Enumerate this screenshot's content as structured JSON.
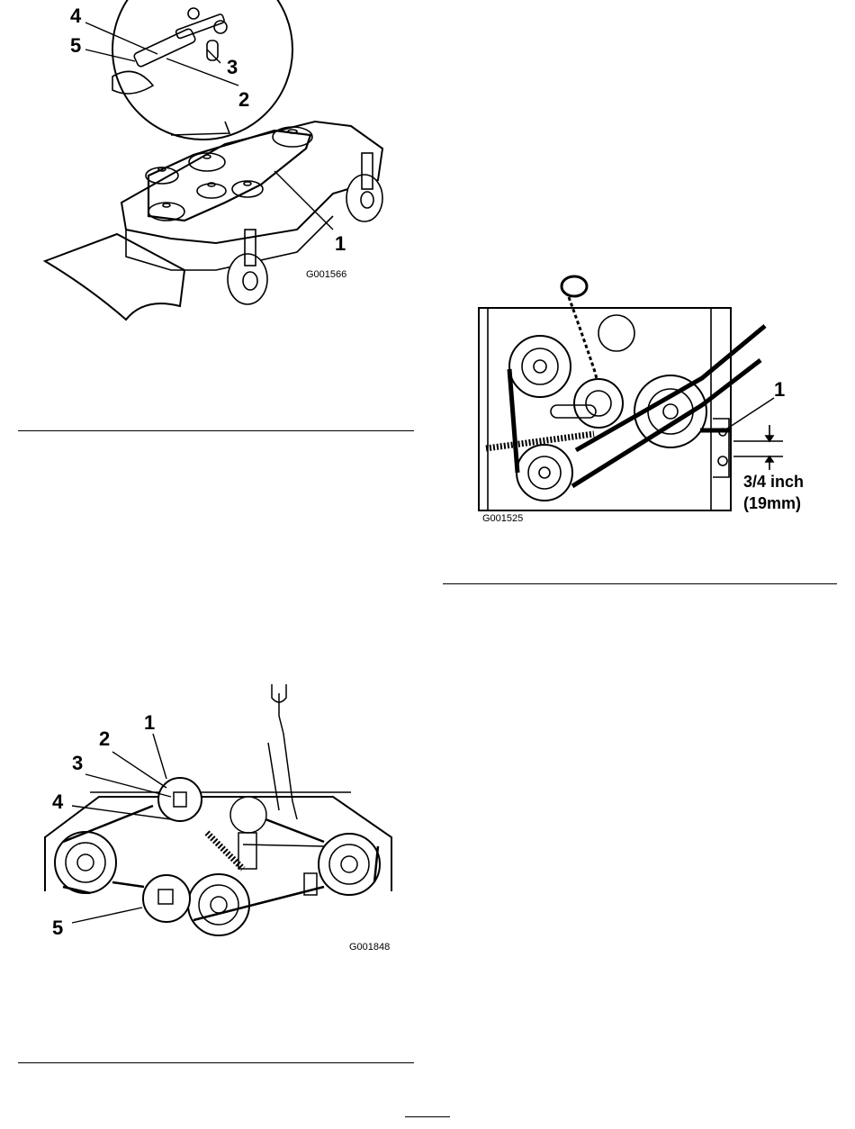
{
  "figure1": {
    "code": "G001566",
    "callouts": [
      "4",
      "5",
      "3",
      "2",
      "1"
    ]
  },
  "figure2": {
    "code": "G001525",
    "callouts": [
      "1"
    ],
    "dimension_line1": "3/4 inch",
    "dimension_line2": "(19mm)"
  },
  "figure3": {
    "code": "G001848",
    "callouts": [
      "1",
      "2",
      "3",
      "4",
      "5"
    ]
  }
}
